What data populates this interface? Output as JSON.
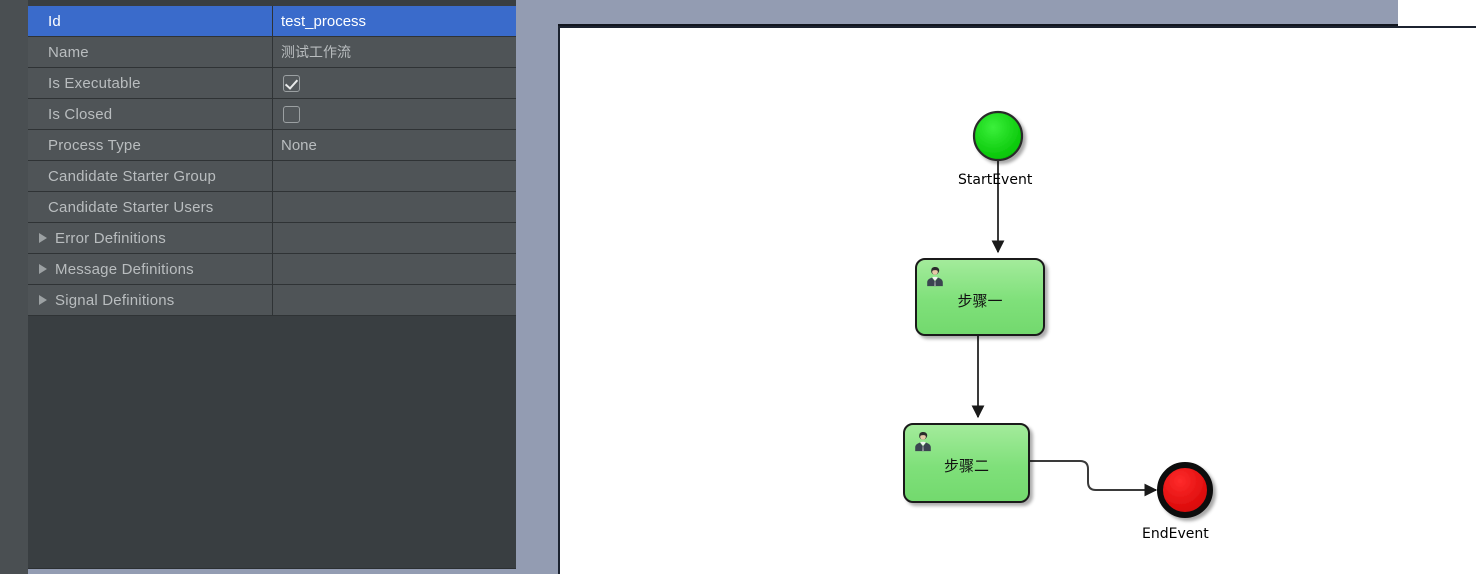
{
  "properties_panel": {
    "name": "Process properties",
    "rows": [
      {
        "key": "Id",
        "value": "test_process",
        "type": "text",
        "selected": true,
        "expandable": false
      },
      {
        "key": "Name",
        "value": "测试工作流",
        "type": "cjk",
        "selected": false,
        "expandable": false
      },
      {
        "key": "Is Executable",
        "value": "",
        "type": "checkbox",
        "checked": true,
        "selected": false,
        "expandable": false
      },
      {
        "key": "Is Closed",
        "value": "",
        "type": "checkbox",
        "checked": false,
        "selected": false,
        "expandable": false
      },
      {
        "key": "Process Type",
        "value": "None",
        "type": "text",
        "selected": false,
        "expandable": false
      },
      {
        "key": "Candidate Starter Group",
        "value": "",
        "type": "text",
        "selected": false,
        "expandable": false
      },
      {
        "key": "Candidate Starter Users",
        "value": "",
        "type": "text",
        "selected": false,
        "expandable": false
      },
      {
        "key": "Error Definitions",
        "value": "",
        "type": "text",
        "selected": false,
        "expandable": true
      },
      {
        "key": "Message Definitions",
        "value": "",
        "type": "text",
        "selected": false,
        "expandable": true
      },
      {
        "key": "Signal Definitions",
        "value": "",
        "type": "text",
        "selected": false,
        "expandable": true
      }
    ]
  },
  "canvas": {
    "name": "BPMN process diagram",
    "nodes": [
      {
        "id": "start",
        "type": "start-event",
        "label": "StartEvent",
        "icon": "start-event-circle-icon",
        "color": "#1ad11a"
      },
      {
        "id": "task1",
        "type": "user-task",
        "label": "步骤一",
        "icon": "user-task-icon",
        "color": "#80e07b"
      },
      {
        "id": "task2",
        "type": "user-task",
        "label": "步骤二",
        "icon": "user-task-icon",
        "color": "#80e07b"
      },
      {
        "id": "end",
        "type": "end-event",
        "label": "EndEvent",
        "icon": "end-event-circle-icon",
        "color": "#e60d0d"
      }
    ],
    "flows": [
      {
        "from": "start",
        "to": "task1"
      },
      {
        "from": "task1",
        "to": "task2"
      },
      {
        "from": "task2",
        "to": "end"
      }
    ]
  },
  "colors": {
    "panel_background": "#393e41",
    "panel_row": "#4f5457",
    "panel_selected_row": "#3a6bcb",
    "panel_gutter": "#4a4f52",
    "canvas_surround": "#939cb2",
    "canvas_background": "#ffffff",
    "start_event_fill": "#1ad11a",
    "end_event_fill": "#e60d0d",
    "task_fill": "#80e07b",
    "connector_stroke": "#3a3a3a"
  }
}
